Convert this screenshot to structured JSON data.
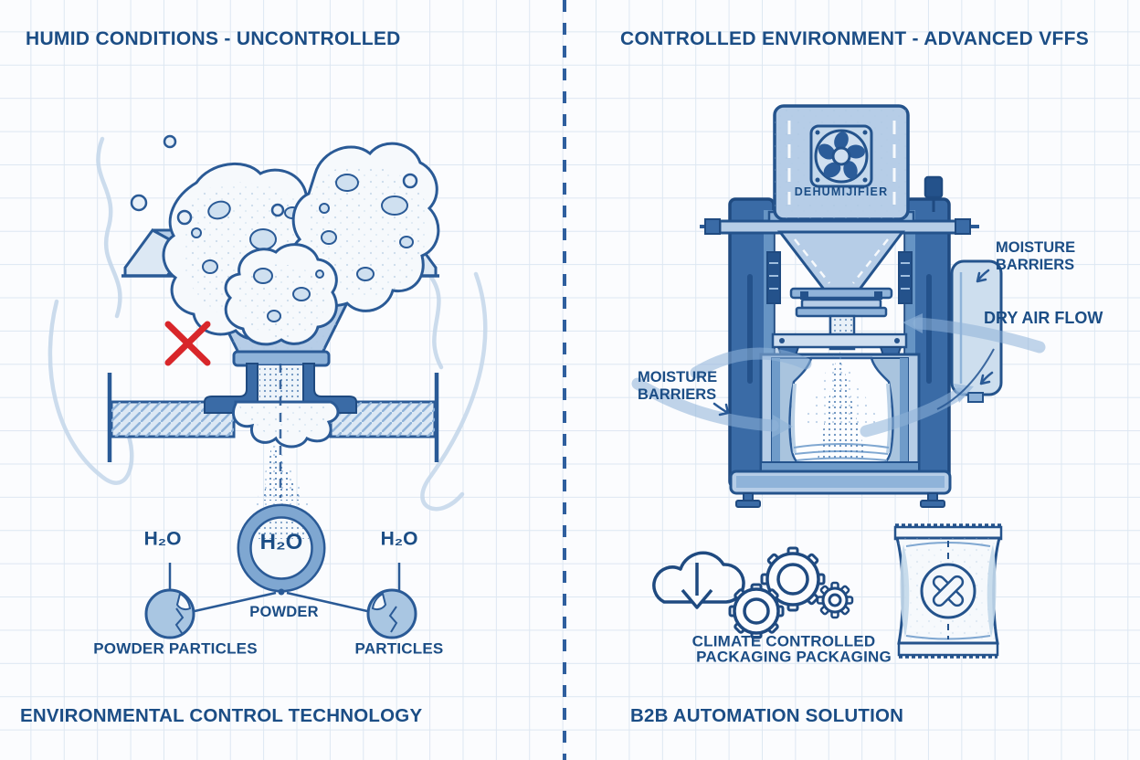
{
  "illustration": {
    "style": "blueprint-graph-paper",
    "colors": {
      "navy_text": "#1b4d85",
      "line_blue": "#2a5a96",
      "dark_fill": "#3a6ba6",
      "mid_fill": "#8fb3d9",
      "light_fill": "#b6cde7",
      "pale_fill": "#dce8f4",
      "paper": "#fbfcfe",
      "grid": "#dde7f2",
      "reject_red": "#d8262a"
    }
  },
  "left_panel": {
    "title": "HUMID CONDITIONS - UNCONTROLLED",
    "footer": "ENVIRONMENTAL CONTROL TECHNOLOGY",
    "labels": {
      "h2o_left": "H₂O",
      "h2o_center": "H₂O",
      "h2o_right": "H₂O",
      "powder": "POWDER",
      "powder_particles": "POWDER PARTICLES",
      "particles": "PARTICLES"
    },
    "icons": [
      "clumped-powder",
      "hopper-funnel",
      "pipe-cross-section",
      "rejection-x",
      "h2o-molecule-diagram"
    ]
  },
  "right_panel": {
    "title": "CONTROLLED ENVIRONMENT - ADVANCED VFFS",
    "footer": "B2B AUTOMATION SOLUTION",
    "labels": {
      "dehumidifier": "DEHUMIJIFIER",
      "moisture_left_line1": "MOISTURE",
      "moisture_left_line2": "BARRIERS",
      "moisture_right_line1": "MOISTURE",
      "moisture_right_line2": "BARRIERS",
      "dry_air_flow": "DRY AIR FLOW",
      "climate_line1": "CLIMATE CONTROLLED",
      "climate_line2": "PACKAGING PACKAGING"
    },
    "icons": [
      "vffs-machine",
      "dehumidifier-fan",
      "cloud-download",
      "automation-gears",
      "sealed-pouch"
    ]
  }
}
